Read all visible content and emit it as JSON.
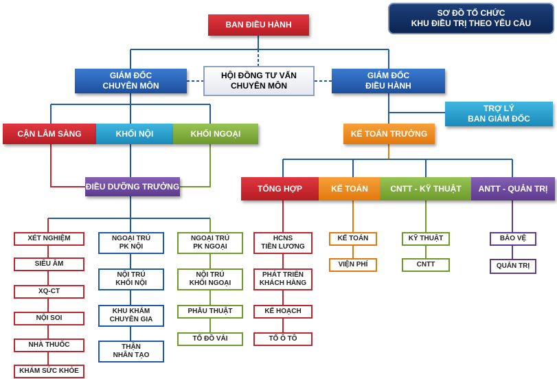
{
  "title": {
    "line1": "SƠ ĐỒ TỔ CHỨC",
    "line2": "KHU ĐIỀU TRỊ THEO YÊU CẦU"
  },
  "top": "BAN ĐIỀU HÀNH",
  "council": "HỘI ĐỒNG TƯ VẤN\nCHUYÊN MÔN",
  "director_medical": "GIÁM ĐỐC\nCHUYÊN MÔN",
  "director_exec": "GIÁM ĐỐC\nĐIỀU HÀNH",
  "assistant": "TRỢ LÝ\nBAN GIÁM ĐỐC",
  "chief_accountant": "KẾ TOÁN TRƯỞNG",
  "depts": {
    "paraclinical": "CẬN LÂM SÀNG",
    "internal": "KHỐI NỘI",
    "surgical": "KHỐI NGOẠI"
  },
  "head_nurse": "ĐIỀU DƯỠNG TRƯỞNG",
  "admin_depts": {
    "general": "TỔNG HỢP",
    "accounting": "KẾ TOÁN",
    "it": "CNTT - KỸ THUẬT",
    "security": "ANTT - QUẢN TRỊ"
  },
  "units": {
    "paraclinical": [
      "XÉT NGHIỆM",
      "SIÊU ÂM",
      "XQ-CT",
      "NỘI SOI",
      "NHÀ THUỐC",
      "KHÁM SỨC KHỎE"
    ],
    "internal": [
      "NGOẠI TRÚ\nPK NỘI",
      "NỘI TRÚ\nKHỐI NỘI",
      "KHU KHÁM\nCHUYÊN GIA",
      "THẬN\nNHÂN TẠO"
    ],
    "surgical": [
      "NGOẠI TRÚ\nPK NGOẠI",
      "NỘI TRÚ\nKHỐI NGOẠI",
      "PHẪU THUẬT",
      "TỔ ĐỒ VẢI"
    ],
    "general": [
      "HCNS\nTIỀN LƯƠNG",
      "PHÁT TRIỂN\nKHÁCH HÀNG",
      "KẾ HOẠCH",
      "TỔ Ô TÔ"
    ],
    "accounting": [
      "KẾ TOÁN",
      "VIỆN PHÍ"
    ],
    "it": [
      "KỸ THUẬT",
      "CNTT"
    ],
    "security": [
      "BẢO VỆ",
      "QUẢN TRỊ"
    ]
  },
  "colors": {
    "connector": "#1f5aa8",
    "red": "#c0262e",
    "green": "#6e9a2b",
    "orange": "#e2790c",
    "purple": "#5d3a8e",
    "title_bg": "#0b2452"
  }
}
